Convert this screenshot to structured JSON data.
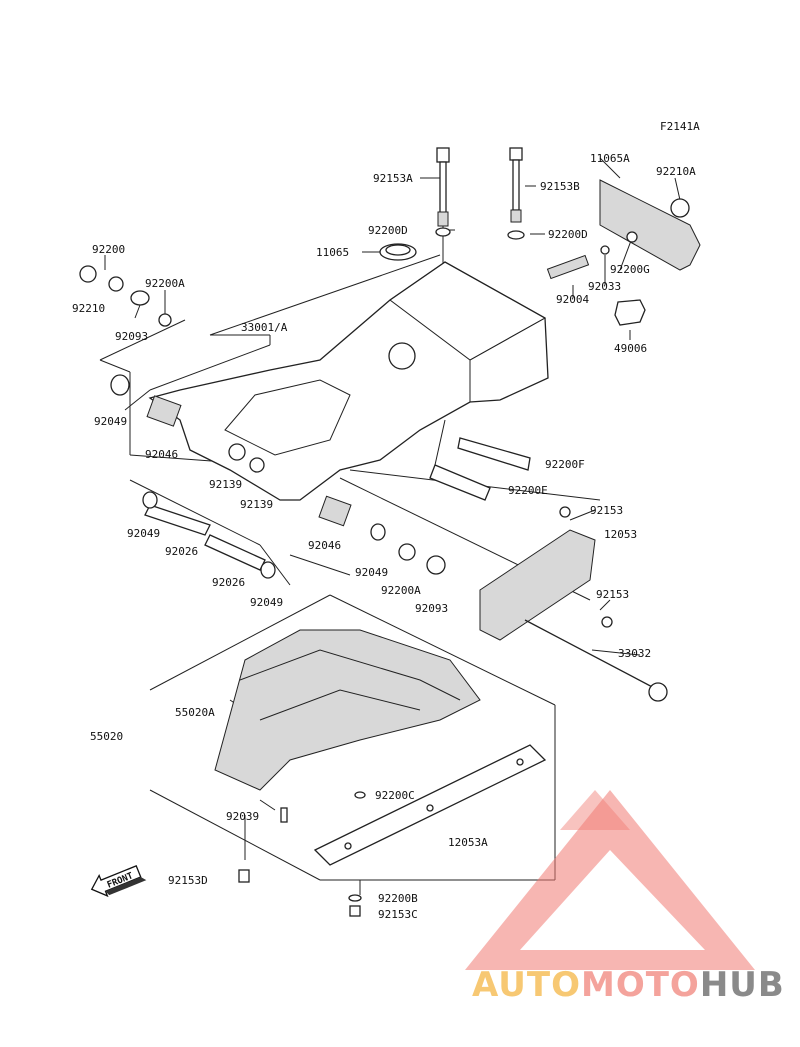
{
  "figure_code": "F2141A",
  "parts": [
    {
      "id": "p92153A",
      "label": "92153A"
    },
    {
      "id": "p92153B",
      "label": "92153B"
    },
    {
      "id": "p11065A",
      "label": "11065A"
    },
    {
      "id": "p92210A",
      "label": "92210A"
    },
    {
      "id": "p92200D_1",
      "label": "92200D"
    },
    {
      "id": "p92200D_2",
      "label": "92200D"
    },
    {
      "id": "p11065",
      "label": "11065"
    },
    {
      "id": "p92200",
      "label": "92200"
    },
    {
      "id": "p92200A_1",
      "label": "92200A"
    },
    {
      "id": "p92210",
      "label": "92210"
    },
    {
      "id": "p92093_1",
      "label": "92093"
    },
    {
      "id": "p92200G",
      "label": "92200G"
    },
    {
      "id": "p92033",
      "label": "92033"
    },
    {
      "id": "p92004",
      "label": "92004"
    },
    {
      "id": "p49006",
      "label": "49006"
    },
    {
      "id": "p33001A",
      "label": "33001/A"
    },
    {
      "id": "p92049_1",
      "label": "92049"
    },
    {
      "id": "p92046_1",
      "label": "92046"
    },
    {
      "id": "p92139_1",
      "label": "92139"
    },
    {
      "id": "p92139_2",
      "label": "92139"
    },
    {
      "id": "p92200F",
      "label": "92200F"
    },
    {
      "id": "p92200E",
      "label": "92200E"
    },
    {
      "id": "p92153_1",
      "label": "92153"
    },
    {
      "id": "p12053",
      "label": "12053"
    },
    {
      "id": "p92049_2",
      "label": "92049"
    },
    {
      "id": "p92026_1",
      "label": "92026"
    },
    {
      "id": "p92046_2",
      "label": "92046"
    },
    {
      "id": "p92026_2",
      "label": "92026"
    },
    {
      "id": "p92049_3",
      "label": "92049"
    },
    {
      "id": "p92049_4",
      "label": "92049"
    },
    {
      "id": "p92200A_2",
      "label": "92200A"
    },
    {
      "id": "p92093_2",
      "label": "92093"
    },
    {
      "id": "p92153_2",
      "label": "92153"
    },
    {
      "id": "p33032",
      "label": "33032"
    },
    {
      "id": "p55020A",
      "label": "55020A"
    },
    {
      "id": "p55020",
      "label": "55020"
    },
    {
      "id": "p92200C",
      "label": "92200C"
    },
    {
      "id": "p92039",
      "label": "92039"
    },
    {
      "id": "p12053A",
      "label": "12053A"
    },
    {
      "id": "p92153D",
      "label": "92153D"
    },
    {
      "id": "p92200B",
      "label": "92200B"
    },
    {
      "id": "p92153C",
      "label": "92153C"
    }
  ],
  "front_arrow_label": "FRONT",
  "watermark": {
    "part1": "AUTO",
    "part2": "MOTO",
    "part3": "HUB",
    "color_auto": "#f7c873",
    "color_moto": "#f4a39c",
    "color_hub": "#8a8a8a",
    "color_triangle": "#f07a72"
  }
}
